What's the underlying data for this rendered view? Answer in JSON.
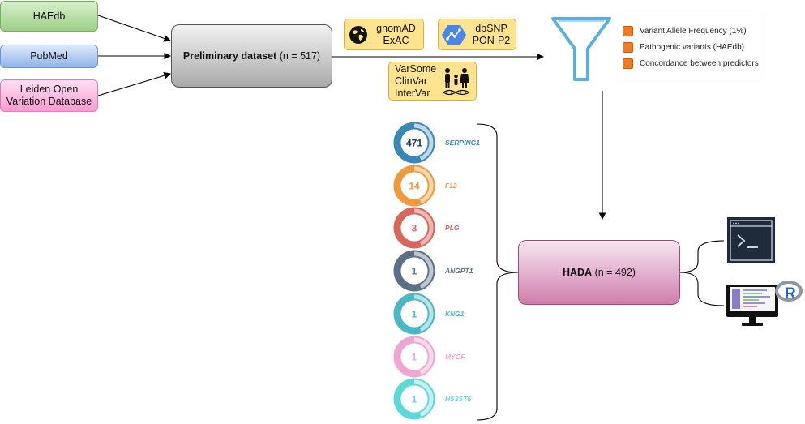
{
  "sources": {
    "haedb": "HAEdb",
    "pubmed": "PubMed",
    "lovd_line1": "Leiden Open",
    "lovd_line2": "Variation Database"
  },
  "preliminary": {
    "label": "Preliminary dataset",
    "count": "(n = 517)"
  },
  "tools": {
    "gnomad_line1": "gnomAD",
    "gnomad_line2": "ExAC",
    "dbsnp_line1": "dbSNP",
    "dbsnp_line2": "PON-P2",
    "varsome_line1": "VarSome",
    "varsome_line2": "ClinVar",
    "varsome_line3": "InterVar"
  },
  "legend": [
    "Variant Allele Frequency (1%)",
    "Pathogenic variants (HAEdb)",
    "Concordance between predictors"
  ],
  "hada": {
    "label": "HADA",
    "count": "(n = 492)"
  },
  "genes": [
    {
      "count": "471",
      "name": "SERPING1",
      "color": "#3b87b5",
      "light": "#bfd9ea"
    },
    {
      "count": "14",
      "name": "F12",
      "color": "#ef9a3c",
      "light": "#f9d6ad"
    },
    {
      "count": "3",
      "name": "PLG",
      "color": "#d6675d",
      "light": "#f0b7b2"
    },
    {
      "count": "1",
      "name": "ANGPT1",
      "color": "#5c7087",
      "light": "#bdc7d2"
    },
    {
      "count": "1",
      "name": "KNG1",
      "color": "#4bb8c4",
      "light": "#b8e3e8"
    },
    {
      "count": "1",
      "name": "MYOF",
      "color": "#f0a6d2",
      "light": "#fbdcee"
    },
    {
      "count": "1",
      "name": "HS3ST6",
      "color": "#5fd8d8",
      "light": "#c6f1f1"
    }
  ],
  "colors": {
    "legend_square": "#f47a22",
    "funnel": "#5aaee0",
    "terminal_bg": "#1f2b3a"
  },
  "icons": {
    "funnel": "funnel-icon",
    "terminal": "terminal-icon",
    "r_monitor": "r-monitor-icon"
  },
  "r_logo": "R"
}
